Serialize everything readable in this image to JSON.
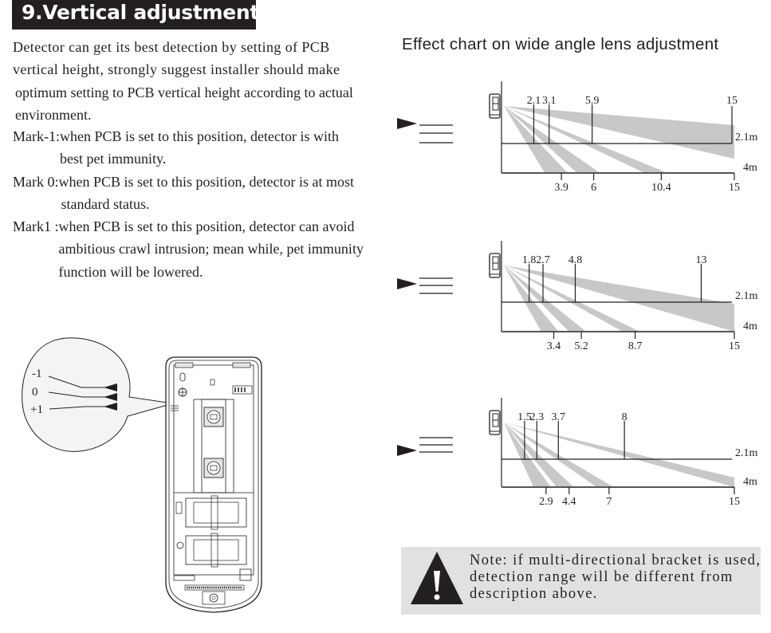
{
  "section": {
    "title": "9.Vertical adjustment"
  },
  "intro": {
    "lines": [
      "Detector can get its best detection by setting of PCB",
      "vertical height, strongly suggest installer should make",
      "optimum setting to PCB vertical height according to actual",
      "environment."
    ]
  },
  "marks": [
    {
      "key": "Mark-1: ",
      "lines": [
        "when PCB is set to this position, detector is with",
        "best pet immunity."
      ]
    },
    {
      "key": "Mark 0: ",
      "lines": [
        "when PCB is set to this position, detector is at most",
        "standard status."
      ]
    },
    {
      "key": "Mark1 : ",
      "lines": [
        "when PCB is set to this position, detector can avoid",
        "ambitious crawl intrusion; mean while, pet immunity",
        "function will be lowered."
      ]
    }
  ],
  "device_callout": {
    "labels": [
      "-1",
      "0",
      "+1"
    ]
  },
  "chart_title": "Effect chart on wide angle lens adjustment",
  "chart_data": [
    {
      "type": "diagram",
      "title": "Mark -1 (top position)",
      "indicator_position": "top",
      "height_label": "2.1m",
      "floor_label": "4m",
      "upper_ticks": [
        2.1,
        3.1,
        5.9,
        15
      ],
      "upper_tick_labels": [
        "2.1",
        "3.1",
        "5.9",
        "15"
      ],
      "floor_ticks": [
        3.9,
        6,
        10.4,
        15
      ],
      "floor_tick_labels": [
        "3.9",
        "6",
        "10.4",
        "15"
      ],
      "beams_floor_hits": [
        3.9,
        6,
        10.4
      ],
      "far_beam_end": 15,
      "xlim": [
        0,
        15
      ]
    },
    {
      "type": "diagram",
      "title": "Mark 0 (middle position)",
      "indicator_position": "middle",
      "height_label": "2.1m",
      "floor_label": "4m",
      "upper_ticks": [
        1.8,
        2.7,
        4.8,
        13
      ],
      "upper_tick_labels": [
        "1.8",
        "2.7",
        "4.8",
        "13"
      ],
      "floor_ticks": [
        3.4,
        5.2,
        8.7,
        15
      ],
      "floor_tick_labels": [
        "3.4",
        "5.2",
        "8.7",
        "15"
      ],
      "beams_floor_hits": [
        3.4,
        5.2,
        8.7,
        15
      ],
      "xlim": [
        0,
        15
      ]
    },
    {
      "type": "diagram",
      "title": "Mark +1 (bottom position)",
      "indicator_position": "bottom",
      "height_label": "2.1m",
      "floor_label": "4m",
      "upper_ticks": [
        1.5,
        2.3,
        3.7,
        8
      ],
      "upper_tick_labels": [
        "1.5",
        "2.3",
        "3.7",
        "8"
      ],
      "floor_ticks": [
        2.9,
        4.4,
        7,
        15
      ],
      "floor_tick_labels": [
        "2.9",
        "4.4",
        "7",
        "15"
      ],
      "beams_floor_hits": [
        2.9,
        4.4,
        7,
        15
      ],
      "xlim": [
        0,
        15
      ]
    }
  ],
  "note": {
    "lines": [
      "Note: if multi-directional bracket is used,",
      "detection range will be different from",
      "description above."
    ]
  },
  "colors": {
    "ink": "#231f20",
    "beam": "#c8c8c8",
    "note_bg": "#e1e1e1"
  }
}
